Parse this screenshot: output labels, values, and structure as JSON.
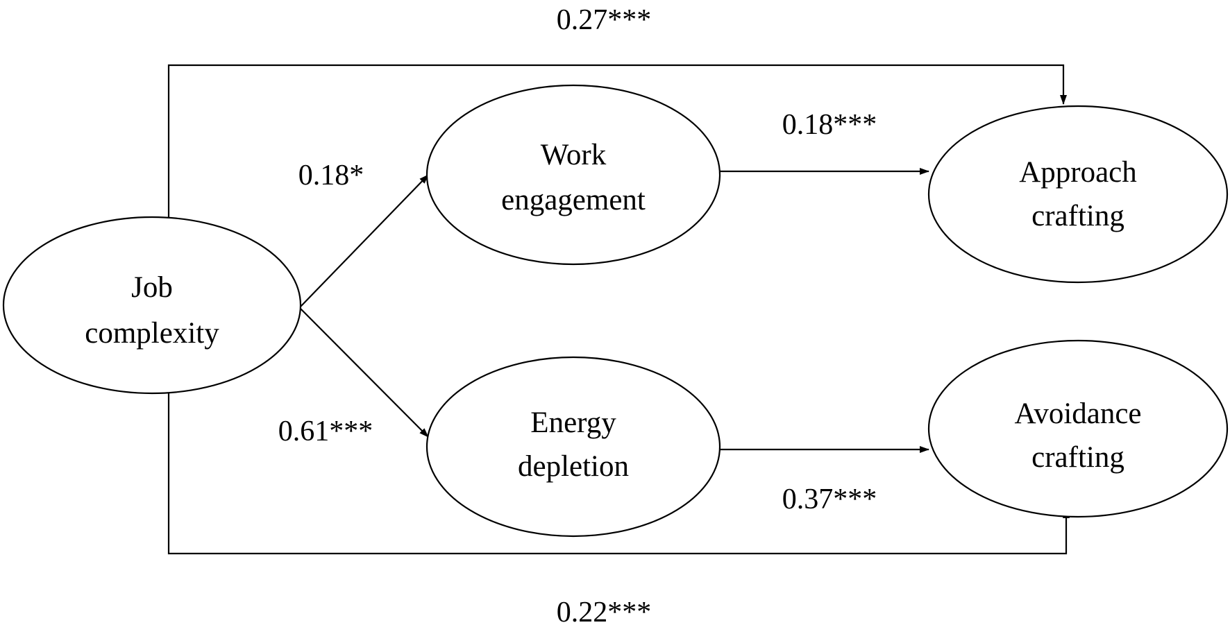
{
  "diagram": {
    "nodes": {
      "job_complexity": {
        "line1": "Job",
        "line2": "complexity"
      },
      "work_engagement": {
        "line1": "Work",
        "line2": "engagement"
      },
      "energy_depletion": {
        "line1": "Energy",
        "line2": "depletion"
      },
      "approach_crafting": {
        "line1": "Approach",
        "line2": "crafting"
      },
      "avoidance_crafting": {
        "line1": "Avoidance",
        "line2": "crafting"
      }
    },
    "paths": {
      "job_complexity_to_approach_crafting": "0.27***",
      "job_complexity_to_work_engagement": "0.18*",
      "work_engagement_to_approach_crafting": "0.18***",
      "job_complexity_to_energy_depletion": "0.61***",
      "energy_depletion_to_avoidance_crafting": "0.37***",
      "job_complexity_to_avoidance_crafting": "0.22***"
    }
  }
}
